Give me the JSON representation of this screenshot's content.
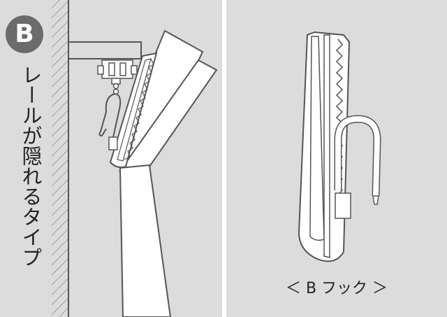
{
  "left_panel": {
    "badge_letter": "B",
    "vertical_label": "レールが隠れるタイプ"
  },
  "right_panel": {
    "caption": "＜ B フック ＞"
  },
  "colors": {
    "panel_bg": "#dcdcdc",
    "badge_bg": "#6b6b6b",
    "line": "#555555",
    "fill": "#ffffff"
  }
}
